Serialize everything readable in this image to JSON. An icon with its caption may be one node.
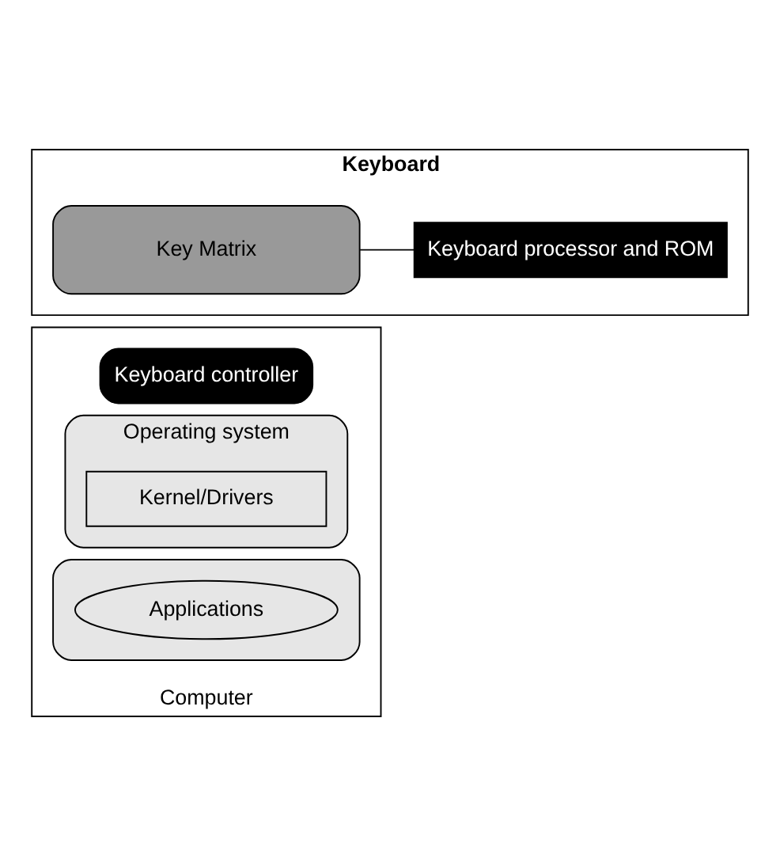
{
  "diagram": {
    "nodes": [
      {
        "text": [
          "Keyboard"
        ]
      },
      {
        "text": [
          "Key Matrix"
        ],
        "in": 0
      },
      {
        "text": [
          "Keyboard processor and ROM"
        ],
        "in": 0
      },
      {
        "text": [
          "Computer"
        ]
      },
      {
        "text": [
          "Keyboard controller"
        ],
        "in": 3
      },
      {
        "text": [
          "Operating system"
        ],
        "in": 3
      },
      {
        "text": [
          "Kernel/Drivers"
        ],
        "in": 5
      },
      {
        "text": [],
        "shape": "box",
        "in": 3
      },
      {
        "text": [
          "Applications"
        ],
        "in": 7
      }
    ],
    "edges": [
      {
        "from": 1,
        "to": 2,
        "arrow": "none"
      }
    ]
  }
}
